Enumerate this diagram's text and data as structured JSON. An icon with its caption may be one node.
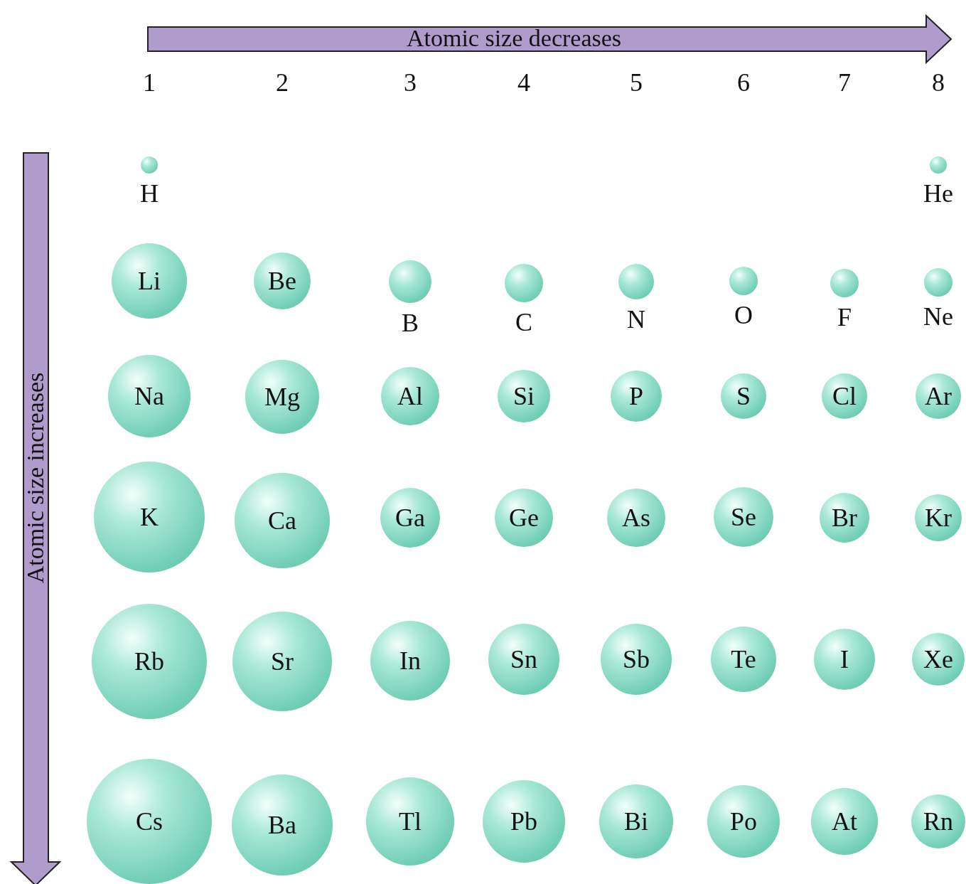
{
  "diagram": {
    "nodes": [
      {
        "text": [
          "H"
        ]
      },
      {
        "text": [
          "He"
        ]
      },
      {
        "text": [
          "Li"
        ]
      },
      {
        "text": [
          "Be"
        ]
      },
      {
        "text": [
          "B"
        ]
      },
      {
        "text": [
          "C"
        ]
      },
      {
        "text": [
          "N"
        ]
      },
      {
        "text": [
          "O"
        ]
      },
      {
        "text": [
          "F"
        ]
      },
      {
        "text": [
          "Ne"
        ]
      },
      {
        "text": [
          "Na"
        ]
      },
      {
        "text": [
          "Mg"
        ]
      },
      {
        "text": [
          "Al"
        ]
      },
      {
        "text": [
          "Si"
        ]
      },
      {
        "text": [
          "P"
        ]
      },
      {
        "text": [
          "S"
        ]
      },
      {
        "text": [
          "Cl"
        ]
      },
      {
        "text": [
          "Ar"
        ]
      },
      {
        "text": [
          "K"
        ]
      },
      {
        "text": [
          "Ca"
        ]
      },
      {
        "text": [
          "Ga"
        ]
      },
      {
        "text": [
          "Ge"
        ]
      },
      {
        "text": [
          "As"
        ]
      },
      {
        "text": [
          "Se"
        ]
      },
      {
        "text": [
          "Br"
        ]
      },
      {
        "text": [
          "Kr"
        ]
      },
      {
        "text": [
          "Rb"
        ]
      },
      {
        "text": [
          "Sr"
        ]
      },
      {
        "text": [
          "In"
        ]
      },
      {
        "text": [
          "Sn"
        ]
      },
      {
        "text": [
          "Sb"
        ]
      },
      {
        "text": [
          "Te"
        ]
      },
      {
        "text": [
          "I"
        ]
      },
      {
        "text": [
          "Xe"
        ]
      },
      {
        "text": [
          "Cs"
        ]
      },
      {
        "text": [
          "Ba"
        ]
      },
      {
        "text": [
          "Tl"
        ]
      },
      {
        "text": [
          "Pb"
        ]
      },
      {
        "text": [
          "Bi"
        ]
      },
      {
        "text": [
          "Po"
        ]
      },
      {
        "text": [
          "At"
        ]
      },
      {
        "text": [
          "Rn"
        ]
      }
    ],
    "labels": [
      "Atomic size decreases",
      "1",
      "2",
      "3",
      "4",
      "5",
      "6",
      "7",
      "8",
      "Atomic size increases"
    ]
  }
}
